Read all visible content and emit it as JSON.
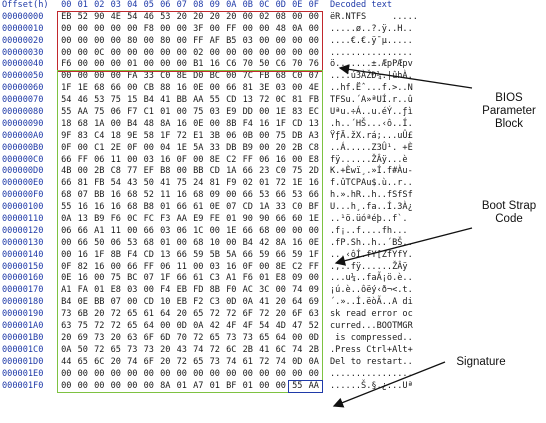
{
  "header": {
    "offset_label": "Offset(h)",
    "columns": [
      "00",
      "01",
      "02",
      "03",
      "04",
      "05",
      "06",
      "07",
      "08",
      "09",
      "0A",
      "0B",
      "0C",
      "0D",
      "0E",
      "0F"
    ],
    "decoded_label": "Decoded text"
  },
  "rows": [
    {
      "offset": "00000000",
      "bytes": [
        "EB",
        "52",
        "90",
        "4E",
        "54",
        "46",
        "53",
        "20",
        "20",
        "20",
        "20",
        "00",
        "02",
        "08",
        "00",
        "00"
      ],
      "text": "ëR.NTFS     ....."
    },
    {
      "offset": "00000010",
      "bytes": [
        "00",
        "00",
        "00",
        "00",
        "00",
        "F8",
        "00",
        "00",
        "3F",
        "00",
        "FF",
        "00",
        "00",
        "48",
        "0A",
        "00"
      ],
      "text": ".....ø..?.ÿ..H.."
    },
    {
      "offset": "00000020",
      "bytes": [
        "00",
        "00",
        "00",
        "00",
        "80",
        "00",
        "80",
        "00",
        "FF",
        "AF",
        "B5",
        "03",
        "00",
        "00",
        "00",
        "00"
      ],
      "text": "....€.€.ÿ¯µ....."
    },
    {
      "offset": "00000030",
      "bytes": [
        "00",
        "00",
        "0C",
        "00",
        "00",
        "00",
        "00",
        "00",
        "02",
        "00",
        "00",
        "00",
        "00",
        "00",
        "00",
        "00"
      ],
      "text": "................"
    },
    {
      "offset": "00000040",
      "bytes": [
        "F6",
        "00",
        "00",
        "00",
        "01",
        "00",
        "00",
        "00",
        "B1",
        "16",
        "C6",
        "70",
        "50",
        "C6",
        "70",
        "76"
      ],
      "text": "ö.......±.ÆpPÆpv"
    },
    {
      "offset": "00000050",
      "bytes": [
        "00",
        "00",
        "00",
        "00",
        "FA",
        "33",
        "C0",
        "8E",
        "D0",
        "BC",
        "00",
        "7C",
        "FB",
        "68",
        "C0",
        "07"
      ],
      "text": "....ú3ÀŽÐ¼.|ûhÀ."
    },
    {
      "offset": "00000060",
      "bytes": [
        "1F",
        "1E",
        "68",
        "66",
        "00",
        "CB",
        "88",
        "16",
        "0E",
        "00",
        "66",
        "81",
        "3E",
        "03",
        "00",
        "4E"
      ],
      "text": "..hf.Ëˆ...f.>..N"
    },
    {
      "offset": "00000070",
      "bytes": [
        "54",
        "46",
        "53",
        "75",
        "15",
        "B4",
        "41",
        "BB",
        "AA",
        "55",
        "CD",
        "13",
        "72",
        "0C",
        "81",
        "FB"
      ],
      "text": "TFSu.´A»ªUÍ.r..û"
    },
    {
      "offset": "00000080",
      "bytes": [
        "55",
        "AA",
        "75",
        "06",
        "F7",
        "C1",
        "01",
        "00",
        "75",
        "03",
        "E9",
        "DD",
        "00",
        "1E",
        "83",
        "EC"
      ],
      "text": "Uªu.÷Á..u.éÝ..ƒì"
    },
    {
      "offset": "00000090",
      "bytes": [
        "18",
        "68",
        "1A",
        "00",
        "B4",
        "48",
        "8A",
        "16",
        "0E",
        "00",
        "8B",
        "F4",
        "16",
        "1F",
        "CD",
        "13"
      ],
      "text": ".h..´HŠ...‹ô..Í."
    },
    {
      "offset": "000000A0",
      "bytes": [
        "9F",
        "83",
        "C4",
        "18",
        "9E",
        "58",
        "1F",
        "72",
        "E1",
        "3B",
        "06",
        "0B",
        "00",
        "75",
        "DB",
        "A3"
      ],
      "text": "ŸƒÄ.žX.rá;...uÛ£"
    },
    {
      "offset": "000000B0",
      "bytes": [
        "0F",
        "00",
        "C1",
        "2E",
        "0F",
        "00",
        "04",
        "1E",
        "5A",
        "33",
        "DB",
        "B9",
        "00",
        "20",
        "2B",
        "C8"
      ],
      "text": "..Á.....Z3Û¹. +È"
    },
    {
      "offset": "000000C0",
      "bytes": [
        "66",
        "FF",
        "06",
        "11",
        "00",
        "03",
        "16",
        "0F",
        "00",
        "8E",
        "C2",
        "FF",
        "06",
        "16",
        "00",
        "E8"
      ],
      "text": "fÿ......ŽÂÿ...è"
    },
    {
      "offset": "000000D0",
      "bytes": [
        "4B",
        "00",
        "2B",
        "C8",
        "77",
        "EF",
        "B8",
        "00",
        "BB",
        "CD",
        "1A",
        "66",
        "23",
        "C0",
        "75",
        "2D"
      ],
      "text": "K.+Èwï¸.»Í.f#Àu-"
    },
    {
      "offset": "000000E0",
      "bytes": [
        "66",
        "81",
        "FB",
        "54",
        "43",
        "50",
        "41",
        "75",
        "24",
        "81",
        "F9",
        "02",
        "01",
        "72",
        "1E",
        "16"
      ],
      "text": "f.ûTCPAu$.ù..r.."
    },
    {
      "offset": "000000F0",
      "bytes": [
        "68",
        "07",
        "BB",
        "16",
        "68",
        "52",
        "11",
        "16",
        "68",
        "09",
        "00",
        "66",
        "53",
        "66",
        "53",
        "66"
      ],
      "text": "h.».hR..h..fSfSf"
    },
    {
      "offset": "00000100",
      "bytes": [
        "55",
        "16",
        "16",
        "16",
        "68",
        "B8",
        "01",
        "66",
        "61",
        "0E",
        "07",
        "CD",
        "1A",
        "33",
        "C0",
        "BF"
      ],
      "text": "U...h¸.fa..Í.3À¿"
    },
    {
      "offset": "00000110",
      "bytes": [
        "0A",
        "13",
        "B9",
        "F6",
        "0C",
        "FC",
        "F3",
        "AA",
        "E9",
        "FE",
        "01",
        "90",
        "90",
        "66",
        "60",
        "1E"
      ],
      "text": "..¹ö.üóªéþ..f`."
    },
    {
      "offset": "00000120",
      "bytes": [
        "06",
        "66",
        "A1",
        "11",
        "00",
        "66",
        "03",
        "06",
        "1C",
        "00",
        "1E",
        "66",
        "68",
        "00",
        "00",
        "00"
      ],
      "text": ".f¡..f....fh..."
    },
    {
      "offset": "00000130",
      "bytes": [
        "00",
        "66",
        "50",
        "06",
        "53",
        "68",
        "01",
        "00",
        "68",
        "10",
        "00",
        "B4",
        "42",
        "8A",
        "16",
        "0E"
      ],
      "text": ".fP.Sh..h..´BŠ.."
    },
    {
      "offset": "00000140",
      "bytes": [
        "00",
        "16",
        "1F",
        "8B",
        "F4",
        "CD",
        "13",
        "66",
        "59",
        "5B",
        "5A",
        "66",
        "59",
        "66",
        "59",
        "1F"
      ],
      "text": "...‹ôÍ.fY[ZfYfY."
    },
    {
      "offset": "00000150",
      "bytes": [
        "0F",
        "82",
        "16",
        "00",
        "66",
        "FF",
        "06",
        "11",
        "00",
        "03",
        "16",
        "0F",
        "00",
        "8E",
        "C2",
        "FF"
      ],
      "text": ".‚..fÿ......ŽÂÿ"
    },
    {
      "offset": "00000160",
      "bytes": [
        "0E",
        "16",
        "00",
        "75",
        "BC",
        "07",
        "1F",
        "66",
        "61",
        "C3",
        "A1",
        "F6",
        "01",
        "E8",
        "09",
        "00"
      ],
      "text": "...u¼..faÃ¡ö.è.."
    },
    {
      "offset": "00000170",
      "bytes": [
        "A1",
        "FA",
        "01",
        "E8",
        "03",
        "00",
        "F4",
        "EB",
        "FD",
        "8B",
        "F0",
        "AC",
        "3C",
        "00",
        "74",
        "09"
      ],
      "text": "¡ú.è..ôëý‹ð¬<.t."
    },
    {
      "offset": "00000180",
      "bytes": [
        "B4",
        "0E",
        "BB",
        "07",
        "00",
        "CD",
        "10",
        "EB",
        "F2",
        "C3",
        "0D",
        "0A",
        "41",
        "20",
        "64",
        "69"
      ],
      "text": "´.»..Í.ëòÃ..A di"
    },
    {
      "offset": "00000190",
      "bytes": [
        "73",
        "6B",
        "20",
        "72",
        "65",
        "61",
        "64",
        "20",
        "65",
        "72",
        "72",
        "6F",
        "72",
        "20",
        "6F",
        "63"
      ],
      "text": "sk read error oc"
    },
    {
      "offset": "000001A0",
      "bytes": [
        "63",
        "75",
        "72",
        "72",
        "65",
        "64",
        "00",
        "0D",
        "0A",
        "42",
        "4F",
        "4F",
        "54",
        "4D",
        "47",
        "52"
      ],
      "text": "curred...BOOTMGR"
    },
    {
      "offset": "000001B0",
      "bytes": [
        "20",
        "69",
        "73",
        "20",
        "63",
        "6F",
        "6D",
        "70",
        "72",
        "65",
        "73",
        "73",
        "65",
        "64",
        "00",
        "0D"
      ],
      "text": " is compressed.."
    },
    {
      "offset": "000001C0",
      "bytes": [
        "0A",
        "50",
        "72",
        "65",
        "73",
        "73",
        "20",
        "43",
        "74",
        "72",
        "6C",
        "2B",
        "41",
        "6C",
        "74",
        "2B"
      ],
      "text": ".Press Ctrl+Alt+"
    },
    {
      "offset": "000001D0",
      "bytes": [
        "44",
        "65",
        "6C",
        "20",
        "74",
        "6F",
        "20",
        "72",
        "65",
        "73",
        "74",
        "61",
        "72",
        "74",
        "0D",
        "0A"
      ],
      "text": "Del to restart.."
    },
    {
      "offset": "000001E0",
      "bytes": [
        "00",
        "00",
        "00",
        "00",
        "00",
        "00",
        "00",
        "00",
        "00",
        "00",
        "00",
        "00",
        "00",
        "00",
        "00",
        "00"
      ],
      "text": "................"
    },
    {
      "offset": "000001F0",
      "bytes": [
        "00",
        "00",
        "00",
        "00",
        "00",
        "00",
        "8A",
        "01",
        "A7",
        "01",
        "BF",
        "01",
        "00",
        "00",
        "55",
        "AA"
      ],
      "text": "......Š.§.¿...Uª"
    }
  ],
  "annotations": {
    "bpb_label": [
      "BIOS",
      "Parameter",
      "Block"
    ],
    "bootstrap_label": [
      "Boot Strap",
      "Code"
    ],
    "signature_label": [
      "Signature"
    ]
  },
  "colors": {
    "bpb_box": "#c0282d",
    "bootstrap_box": "#7ec242",
    "signature_box": "#1f3aa8",
    "offset_text": "#1f3aa8"
  }
}
